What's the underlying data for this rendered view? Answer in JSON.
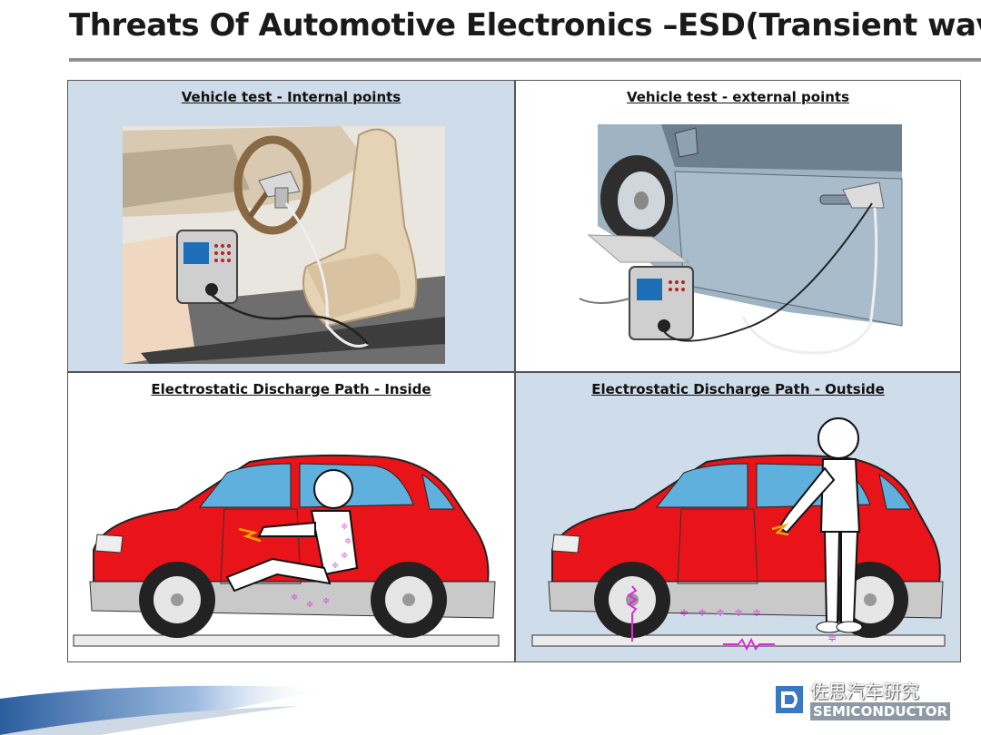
{
  "slide": {
    "title": "Threats Of Automotive Electronics –ESD(Transient wave)"
  },
  "panels": {
    "top_left": {
      "caption": "Vehicle test - Internal points"
    },
    "top_right": {
      "caption": "Vehicle test - external points"
    },
    "bottom_left": {
      "caption": "Electrostatic Discharge Path - Inside"
    },
    "bottom_right": {
      "caption": "Electrostatic Discharge Path - Outside"
    }
  },
  "watermark": {
    "chinese": "佐思汽车研究",
    "english": "SEMICONDUCTOR"
  },
  "colors": {
    "car_body": "#e8141a",
    "car_window": "#5fb0dd",
    "sill": "#c9c9c9",
    "charge_marks": "#d82fd8",
    "panel_tint": "#cfdce9",
    "title_rule": "#8f9091"
  }
}
